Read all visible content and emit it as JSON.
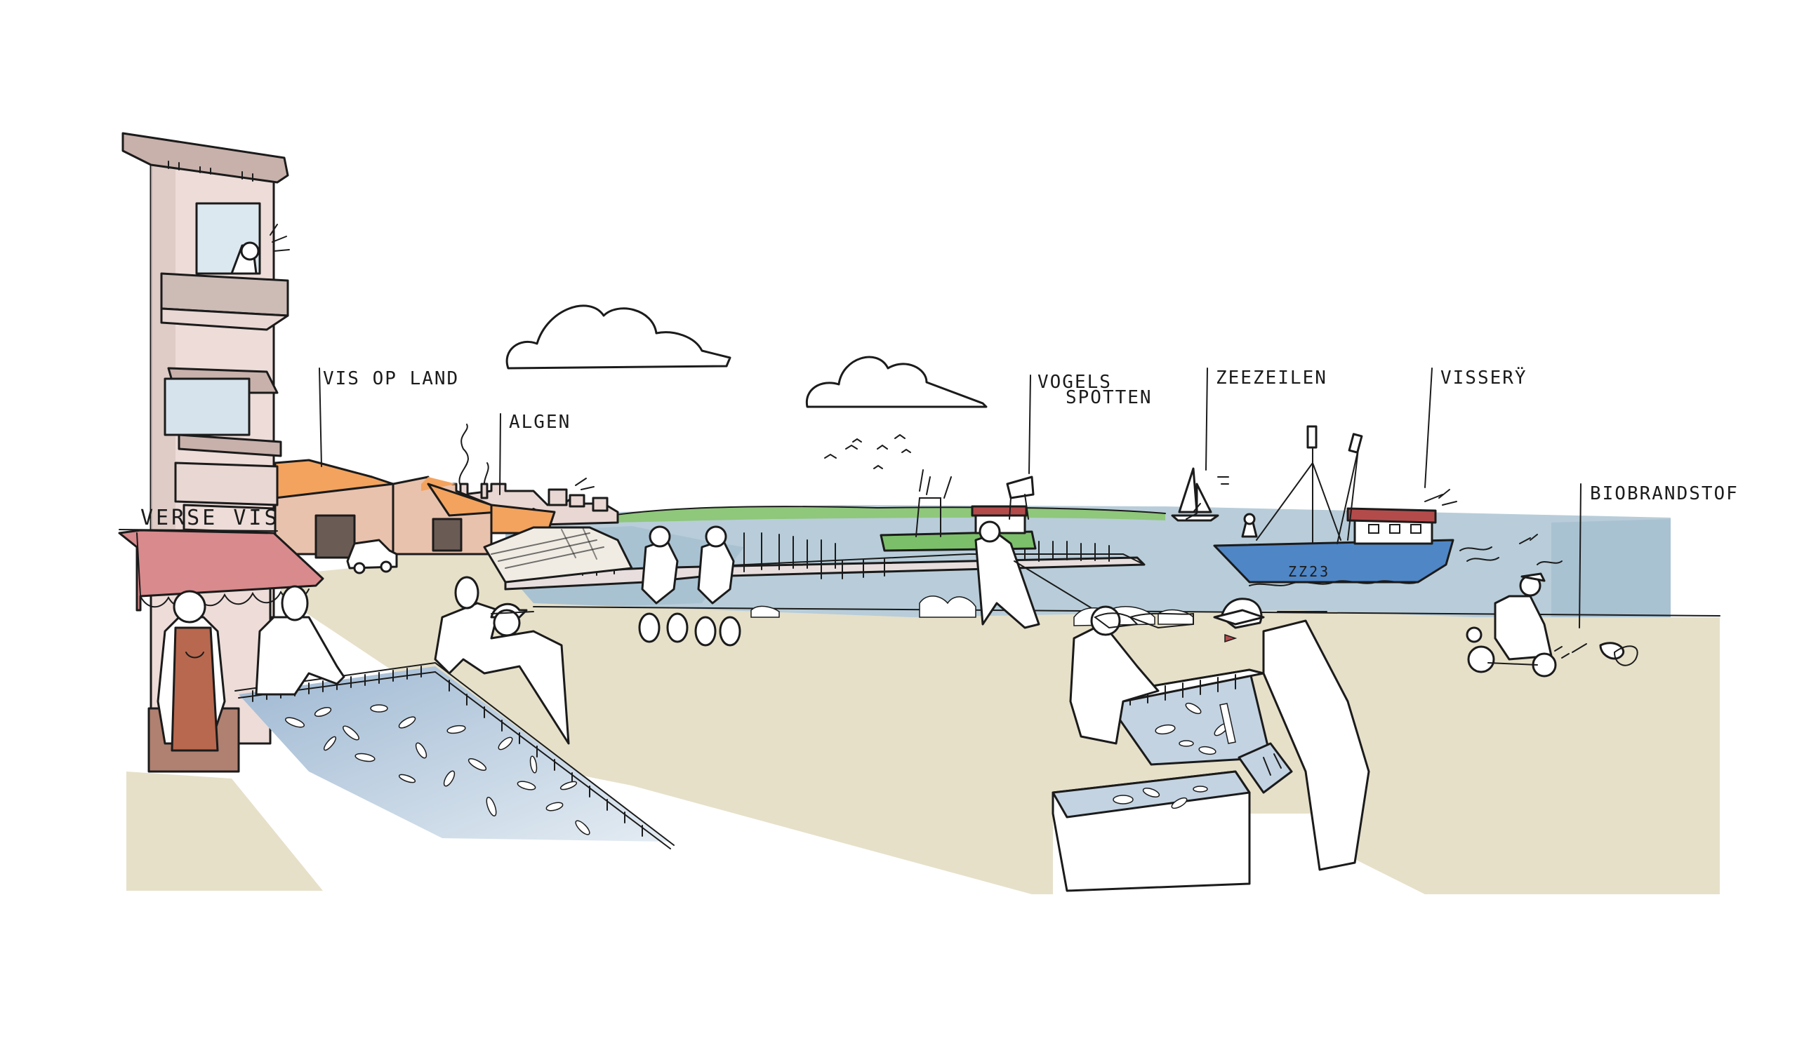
{
  "labels": {
    "verse_vis": "VERSE VIS",
    "vis_op_land": "VIS OP LAND",
    "algen": "ALGEN",
    "vogels_spotten_line1": "VOGELS",
    "vogels_spotten_line2": "SPOTTEN",
    "zeezeilen": "ZEEZEILEN",
    "visserij": "VISSERŸ",
    "biobrandstof": "BIOBRANDSTOF"
  },
  "boat": {
    "hull_number": "ZZ23"
  },
  "colors": {
    "ground": "#e6e0c9",
    "water": "#b8cdd9",
    "water_dark": "#9fb8c8",
    "dune_green": "#8fc77b",
    "awning_red": "#d98a8c",
    "warehouse_roof": "#f3a35e",
    "building_pink": "#e9d7d3",
    "boat_blue": "#4f86c6",
    "boat_cabin_roof": "#b44b4b",
    "green_boat": "#7cbf6a",
    "apron_brown": "#b8684e",
    "fish_tray": "#c3d3e2"
  }
}
